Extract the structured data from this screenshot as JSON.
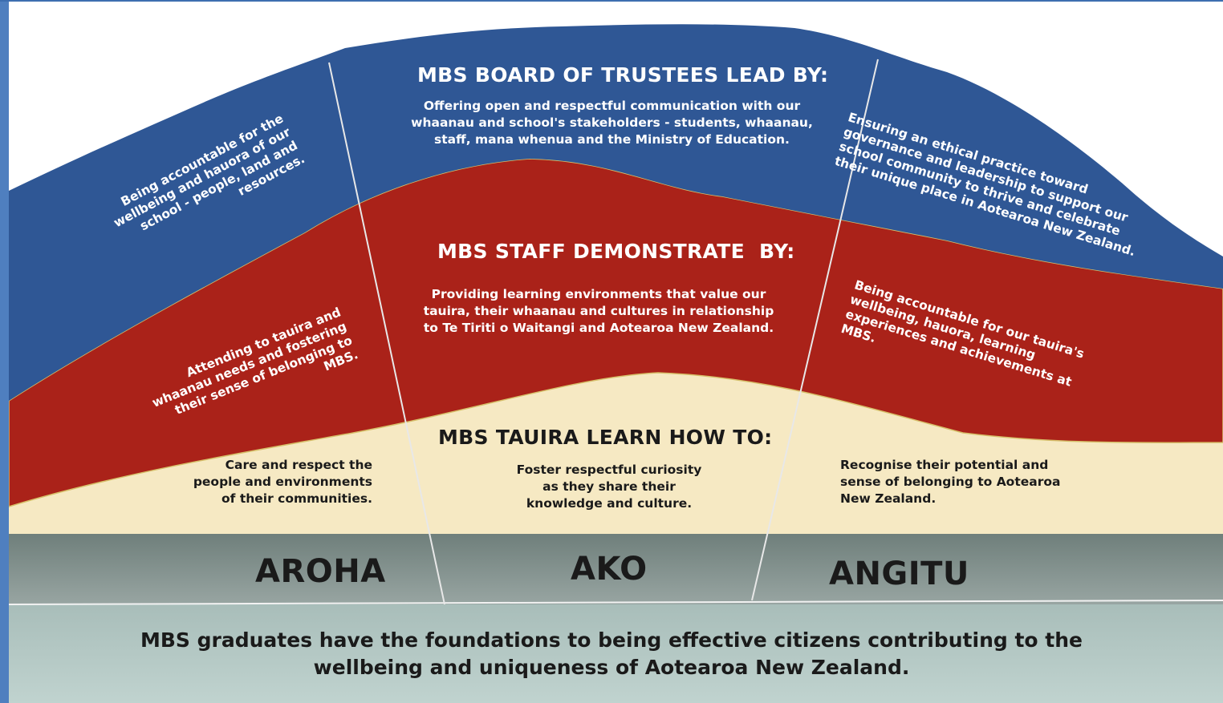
{
  "colors": {
    "blue": "#2f5795",
    "red": "#aa2219",
    "cream": "#f6e9c3",
    "band": "#7d8c88",
    "footer": "#b3c8c4"
  },
  "board": {
    "heading": "MBS BOARD OF TRUSTEES LEAD BY:",
    "center": "Offering open and respectful communication with our whaanau and school's stakeholders - students, whaanau, staff, mana whenua and the Ministry of Education.",
    "left": "Being accountable for the wellbeing and hauora of our school - people, land and resources.",
    "right": "Ensuring an ethical practice toward governance and leadership to support our school community to thrive and celebrate their unique place in Aotearoa New Zealand."
  },
  "staff": {
    "heading": "MBS STAFF DEMONSTRATE  BY:",
    "center": "Providing learning environments that value our tauira, their whaanau and cultures in relationship to Te Tiriti o Waitangi and Aotearoa New Zealand.",
    "left": "Attending to tauira and whaanau needs and fostering their sense of belonging to MBS.",
    "right": "Being accountable for our tauira's wellbeing, hauora, learning experiences and achievements at MBS."
  },
  "tauira": {
    "heading": "MBS TAUIRA LEARN HOW TO:",
    "left": "Care and respect the people and environments of their communities.",
    "center": "Foster respectful curiosity as they share their knowledge and culture.",
    "right": "Recognise their potential and sense of belonging to Aotearoa New Zealand."
  },
  "values": [
    "AROHA",
    "AKO",
    "ANGITU"
  ],
  "footer": "MBS graduates have the foundations to being effective citizens contributing to the wellbeing and uniqueness of Aotearoa New Zealand."
}
